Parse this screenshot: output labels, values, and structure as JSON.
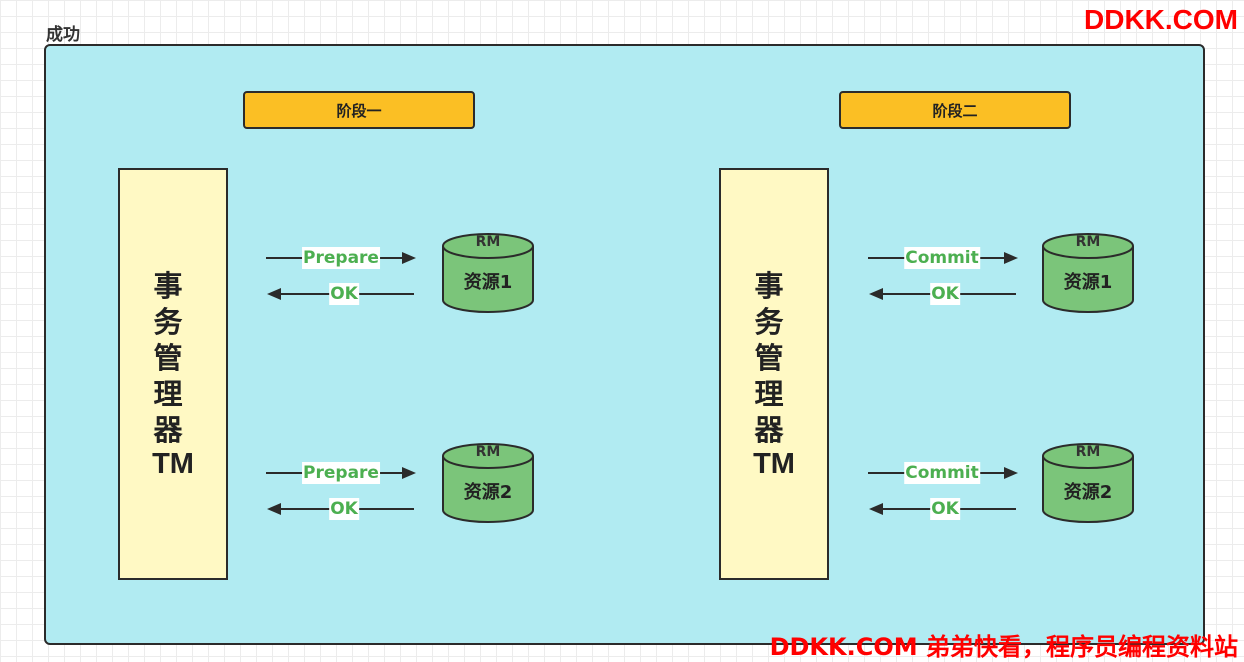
{
  "diagram": {
    "title": "成功",
    "watermark_top": "DDKK.COM",
    "watermark_bottom": "DDKK.COM 弟弟快看，程序员编程资料站",
    "phase_one": {
      "label": "阶段一",
      "tm_label": "事务管理器",
      "tm_sub": "TM",
      "request": "Prepare",
      "response": "OK",
      "resource_1": {
        "tag": "RM",
        "name": "资源1"
      },
      "resource_2": {
        "tag": "RM",
        "name": "资源2"
      }
    },
    "phase_two": {
      "label": "阶段二",
      "tm_label": "事务管理器",
      "tm_sub": "TM",
      "request": "Commit",
      "response": "OK",
      "resource_1": {
        "tag": "RM",
        "name": "资源1"
      },
      "resource_2": {
        "tag": "RM",
        "name": "资源2"
      }
    },
    "colors": {
      "frame": "#b1ebf2",
      "phase": "#fbbf24",
      "tm": "#fff9c4",
      "database": "#7bc57a",
      "message_text": "#4caf50",
      "watermark": "#ff0000"
    }
  }
}
